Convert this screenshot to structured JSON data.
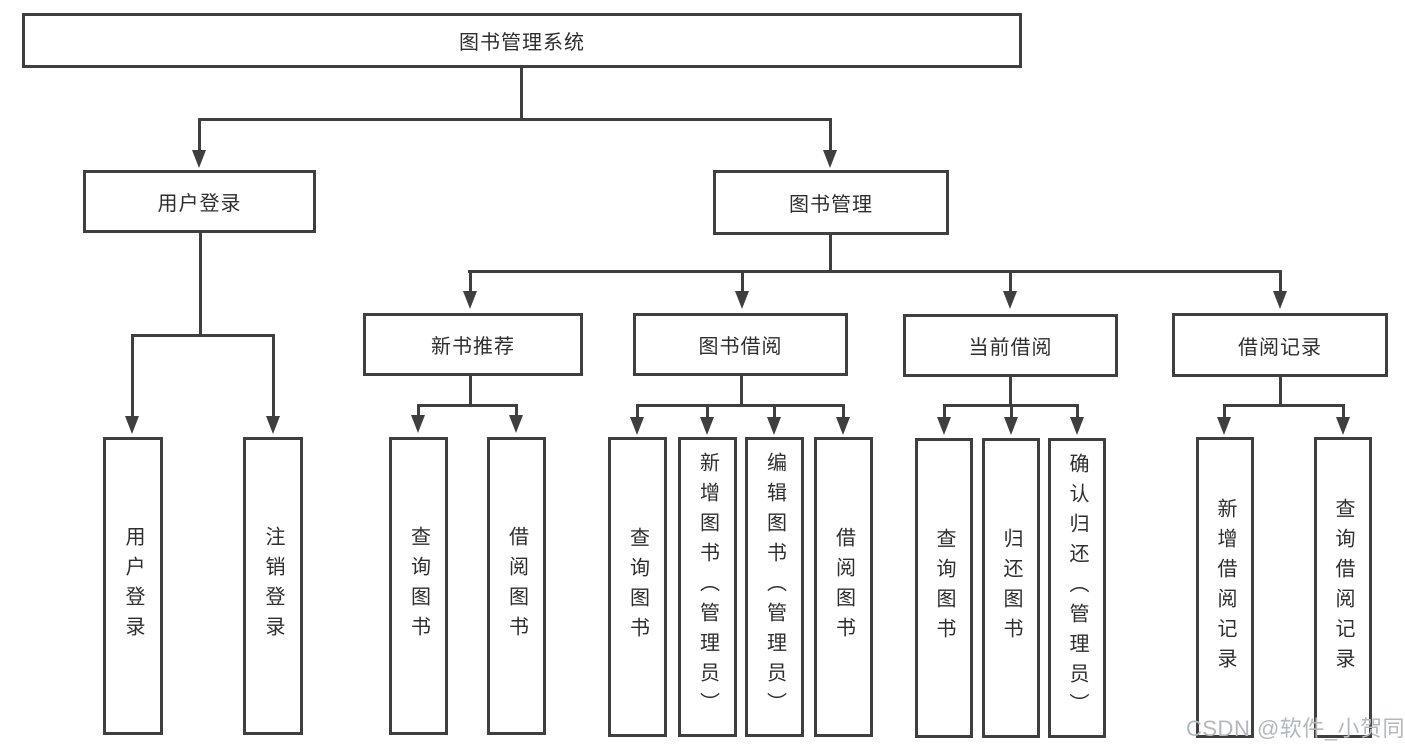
{
  "colors": {
    "background": "#ffffff",
    "box_fill": "#ffffff",
    "line": "#3f3f3f",
    "text": "#2e2e2e",
    "watermark": "#b2b8c0"
  },
  "watermark": {
    "text": "CSDN @软件_小贺同学"
  },
  "diagram": {
    "root": {
      "label": "图书管理系统"
    },
    "level2": [
      {
        "label": "用户登录"
      },
      {
        "label": "图书管理"
      }
    ],
    "level3": [
      {
        "label": "新书推荐"
      },
      {
        "label": "图书借阅"
      },
      {
        "label": "当前借阅"
      },
      {
        "label": "借阅记录"
      }
    ],
    "level4": [
      {
        "label": "用户登录"
      },
      {
        "label": "注销登录"
      },
      {
        "label": "查询图书"
      },
      {
        "label": "借阅图书"
      },
      {
        "label": "查询图书"
      },
      {
        "label": "新增图书（管理员）"
      },
      {
        "label": "编辑图书（管理员）"
      },
      {
        "label": "借阅图书"
      },
      {
        "label": "查询图书"
      },
      {
        "label": "归还图书"
      },
      {
        "label": "确认归还（管理员）"
      },
      {
        "label": "新增借阅记录"
      },
      {
        "label": "查询借阅记录"
      }
    ]
  }
}
